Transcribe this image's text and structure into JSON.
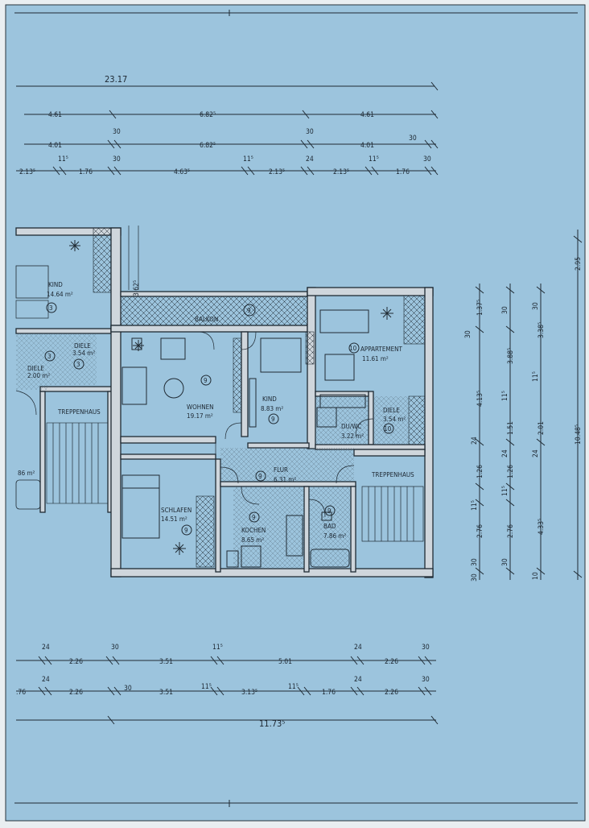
{
  "colors": {
    "background": "#9cc4dd",
    "ink": "#1f2a33",
    "wall_fill": "#cfd6dc"
  },
  "top_dims": {
    "row1": [
      "23.17"
    ],
    "row2": [
      "4.61",
      "6.82⁵",
      "4.61"
    ],
    "row3_small": [
      "30",
      "30"
    ],
    "row3": [
      "4.01",
      "6.82⁵",
      "4.01",
      "30"
    ],
    "row4_small": [
      "11⁵",
      "30",
      "11⁵",
      "24",
      "11⁵",
      "30"
    ],
    "row4": [
      "2.13⁵",
      "1.76",
      "4.63⁵",
      "2.13⁵",
      "2.13⁵",
      "1.76"
    ]
  },
  "rooms": {
    "kind_left": "KIND",
    "kind_left_area": "14.64 m²",
    "diele_left1": "DIELE",
    "diele_left1_area": "3.54 m²",
    "diele_left2": "DIELE",
    "diele_left2_area": "2.00 m²",
    "treppenhaus_left": "TREPPENHAUS",
    "partial_area": "86 m²",
    "balkon": "BALKON",
    "wohnen": "WOHNEN",
    "wohnen_area": "19.17 m²",
    "kind": "KIND",
    "kind_area": "8.83 m²",
    "appartement": "APPARTEMENT",
    "appartement_area": "11.61 m²",
    "diele": "DIELE",
    "diele_area": "3.54 m²",
    "du_wc": "DU/WC",
    "du_wc_area": "3.22 m²",
    "flur": "FLUR",
    "flur_area": "6.31 m²",
    "treppenhaus_right": "TREPPENHAUS",
    "schlafen": "SCHLAFEN",
    "schlafen_area": "14.51 m²",
    "kochen": "KOCHEN",
    "kochen_area": "8.65 m²",
    "bad": "BAD",
    "bad_area": "7.86 m²",
    "balcony_depth": "3.62⁵"
  },
  "markers": [
    "3",
    "3",
    "3",
    "9",
    "9",
    "9",
    "10",
    "10",
    "9",
    "9",
    "9",
    "9"
  ],
  "right_dims": {
    "col1": [
      "1.37⁵",
      "4.13⁵",
      "1.26",
      "2.76",
      "30"
    ],
    "col1_small": [
      "30",
      "24",
      "11⁵",
      "30"
    ],
    "col2": [
      "3.88⁵",
      "1.51",
      "1.26",
      "2.76",
      "30"
    ],
    "col2_small": [
      "30",
      "11⁵",
      "24",
      "11⁵"
    ],
    "col3": [
      "3.38⁵",
      "2.01",
      "4.33⁵",
      "10"
    ],
    "col3_small": [
      "30",
      "11⁵",
      "24"
    ],
    "col4": [
      "2.95",
      "10.48⁵"
    ]
  },
  "bottom_dims": {
    "row1_small": [
      "24",
      "30",
      "11⁵",
      "24",
      "30"
    ],
    "row1": [
      "2.26",
      "3.51",
      "5.01",
      "2.26"
    ],
    "row2_small": [
      "24",
      "30",
      "11⁵",
      "11⁵",
      "24",
      "30"
    ],
    "row2": [
      ".76",
      "2.26",
      "3.51",
      "3.13⁵",
      "1.76",
      "2.26"
    ],
    "row3": [
      "11.73⁵"
    ]
  }
}
